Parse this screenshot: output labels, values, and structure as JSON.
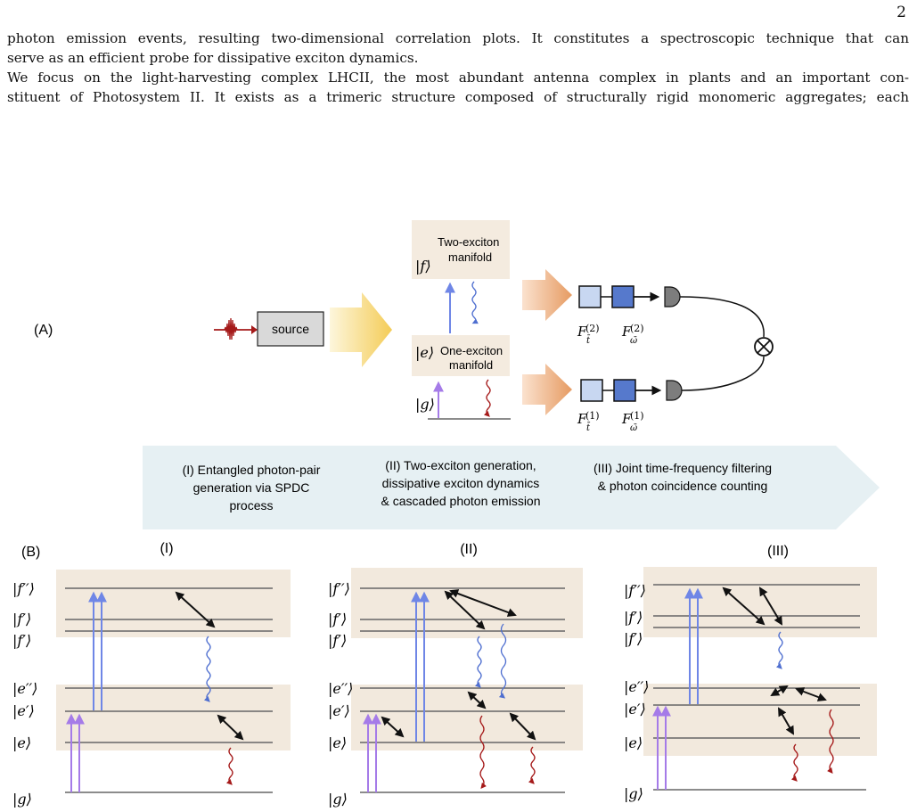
{
  "page_number": "2",
  "paragraph1": {
    "line1": "photon emission events, resulting two-dimensional correlation plots. It constitutes a spectroscopic technique that can",
    "line2": "serve as an efficient probe for dissipative exciton dynamics."
  },
  "paragraph2": {
    "line1": "We focus on the light-harvesting complex LHCII, the most abundant antenna complex in plants and an important con-",
    "line2": "stituent of Photosystem II. It exists as a trimeric structure composed of structurally rigid monomeric aggregates; each"
  },
  "figure": {
    "panel_a": {
      "label": "(A)",
      "source_label": "source",
      "two_exciton_title": "Two-exciton",
      "two_exciton_sub": "manifold",
      "one_exciton_title": "One-exciton",
      "one_exciton_sub": "manifold",
      "state_f": "|f⟩",
      "state_e": "|e⟩",
      "state_g": "|g⟩",
      "filter_t_top": "F",
      "filter_t_top_sup": "(2)",
      "filter_t_top_sub": "t̄",
      "filter_w_top": "F",
      "filter_w_top_sup": "(2)",
      "filter_w_top_sub": "ω̄",
      "filter_t_bot": "F",
      "filter_t_bot_sup": "(1)",
      "filter_t_bot_sub": "t̄",
      "filter_w_bot": "F",
      "filter_w_bot_sup": "(1)",
      "filter_w_bot_sub": "ω̄",
      "coincidence_symbol": "⊗",
      "step1": [
        "(I) Entangled photon-pair",
        "generation via SPDC",
        "process"
      ],
      "step2": [
        "(II) Two-exciton generation,",
        "dissipative exciton dynamics",
        "& cascaded photon emission"
      ],
      "step3": [
        "(III) Joint time-frequency filtering",
        "& photon coincidence counting"
      ]
    },
    "panel_b": {
      "label": "(B)",
      "subpanels": [
        {
          "title": "(I)",
          "levels": [
            "|f′′⟩",
            "|f′⟩",
            "|f′⟩",
            "|e′′⟩",
            "|e′⟩",
            "|e⟩",
            "|g⟩"
          ]
        },
        {
          "title": "(II)",
          "levels": [
            "|f′′⟩",
            "|f′⟩",
            "|f′⟩",
            "|e′′⟩",
            "|e′⟩",
            "|e⟩",
            "|g⟩"
          ]
        },
        {
          "title": "(III)",
          "levels": [
            "|f′′⟩",
            "|f′⟩",
            "|f′⟩",
            "|e′′⟩",
            "|e′⟩",
            "|e⟩",
            "|g⟩"
          ]
        }
      ]
    },
    "colors": {
      "manifold_bg": "#f1e7dc",
      "banner_bg": "#e6f0f3",
      "blue_arrow": "#6f86e6",
      "purple_arrow": "#a57be8",
      "red_wave": "#a51a1a",
      "blue_wave": "#4f6fd0",
      "filter_light": "#c8d7f1",
      "filter_dark": "#5679cc",
      "detector": "#7d7d7d"
    }
  }
}
